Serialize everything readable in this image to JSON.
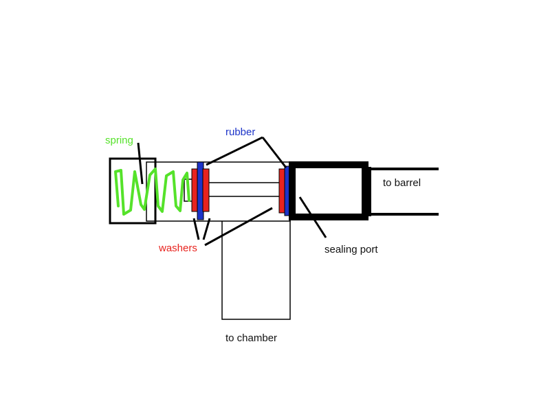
{
  "labels": {
    "spring": "spring",
    "rubber": "rubber",
    "washers": "washers",
    "to_barrel": "to barrel",
    "sealing_port": "sealing port",
    "to_chamber": "to chamber"
  },
  "colors": {
    "spring": "#55e22a",
    "rubber": "#1c33c8",
    "washer": "#e8231e",
    "outline": "#000000",
    "text": "#111111"
  }
}
